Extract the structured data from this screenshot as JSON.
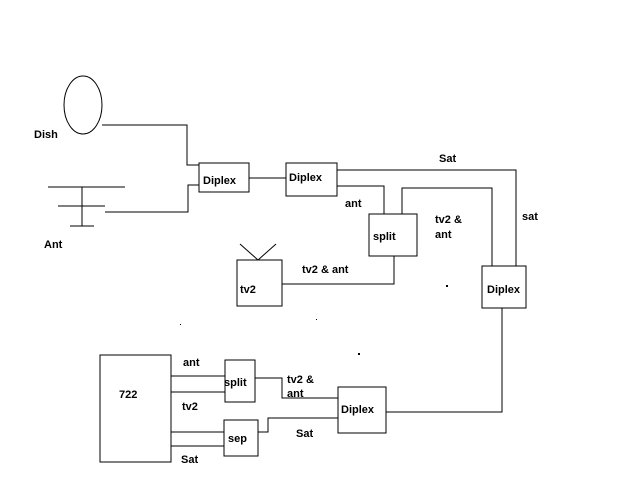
{
  "labels": {
    "dish": "Dish",
    "ant": "Ant",
    "sat_top": "Sat",
    "sat_right": "sat",
    "ant_mid": "ant",
    "tv2_ant_right": "tv2 &",
    "tv2_ant_right2": "ant",
    "tv2_ant_mid": "tv2 & ant",
    "ant_722": "ant",
    "tv2_722": "tv2",
    "sat_722": "Sat",
    "tv2_ant_low": "tv2 &",
    "tv2_ant_low2": "ant",
    "sat_low": "Sat"
  },
  "boxes": {
    "diplex1": "Diplex",
    "diplex2": "Diplex",
    "split1": "split",
    "tv2": "tv2",
    "diplex3": "Diplex",
    "receiver": "722",
    "split2": "split",
    "sep": "sep",
    "diplex4": "Diplex"
  }
}
